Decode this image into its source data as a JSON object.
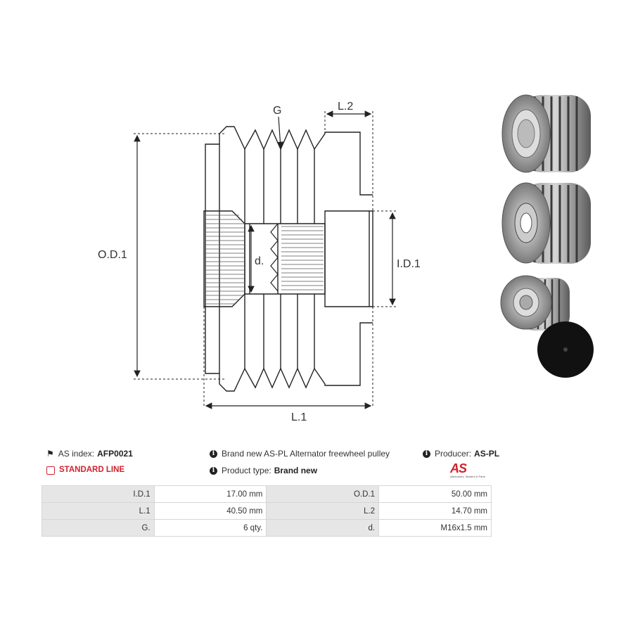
{
  "drawing": {
    "labels": {
      "G": "G",
      "L2": "L.2",
      "OD1": "O.D.1",
      "d": "d.",
      "ID1": "I.D.1",
      "L1": "L.1"
    }
  },
  "info": {
    "as_index_label": "AS index:",
    "as_index_value": "AFP0021",
    "line": "STANDARD LINE",
    "description": "Brand new AS-PL Alternator freewheel pulley",
    "product_type_label": "Product type:",
    "product_type_value": "Brand new",
    "producer_label": "Producer:",
    "producer_value": "AS-PL",
    "logo_text": "AS",
    "logo_tagline": "Alternators, Starters & Parts"
  },
  "specs": [
    {
      "l1": "I.D.1",
      "v1": "17.00 mm",
      "l2": "O.D.1",
      "v2": "50.00 mm"
    },
    {
      "l1": "L.1",
      "v1": "40.50 mm",
      "l2": "L.2",
      "v2": "14.70 mm"
    },
    {
      "l1": "G.",
      "v1": "6 qty.",
      "l2": "d.",
      "v2": "M16x1.5 mm"
    }
  ],
  "colors": {
    "accent": "#d3212d",
    "table_label_bg": "#e6e6e6",
    "border": "#d6d6d6"
  }
}
